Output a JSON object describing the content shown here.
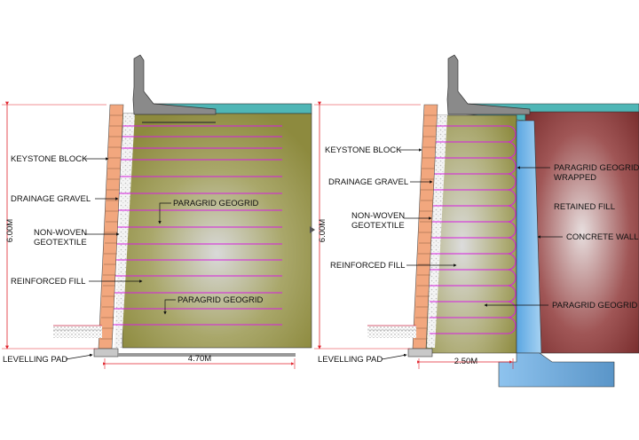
{
  "colors": {
    "fill_tint": "#8d8a3e",
    "block_orange": "#f2a77e",
    "geogrid_magenta": "#d61ee0",
    "dimension_red": "#e0222b",
    "road_teal": "#4fb6b6",
    "barrier_grey": "#8a8a8a",
    "concrete_blue": "#6fb4e6",
    "retained_maroon": "#8a3a3a"
  },
  "left": {
    "labels": {
      "keystone": "KEYSTONE BLOCK",
      "gravel": "DRAINAGE GRAVEL",
      "nonwoven_1": "NON-WOVEN",
      "nonwoven_2": "GEOTEXTILE",
      "reinforced": "REINFORCED FILL",
      "geogrid_top": "PARAGRID GEOGRID",
      "geogrid_bottom": "PARAGRID GEOGRID",
      "levelling": "LEVELLING PAD"
    },
    "height_dim": "6.00M",
    "width_dim": "4.70M"
  },
  "right": {
    "labels": {
      "keystone": "KEYSTONE BLOCK",
      "gravel": "DRAINAGE GRAVEL",
      "nonwoven_1": "NON-WOVEN",
      "nonwoven_2": "GEOTEXTILE",
      "reinforced": "REINFORCED FILL",
      "wrapped_1": "PARAGRID GEOGRID",
      "wrapped_2": "WRAPPED",
      "retained": "RETAINED FILL",
      "concrete": "CONCRETE WALL",
      "geogrid": "PARAGRID GEOGRID",
      "levelling": "LEVELLING PAD"
    },
    "height_dim": "6.00M",
    "width_dim": "2.50M"
  }
}
